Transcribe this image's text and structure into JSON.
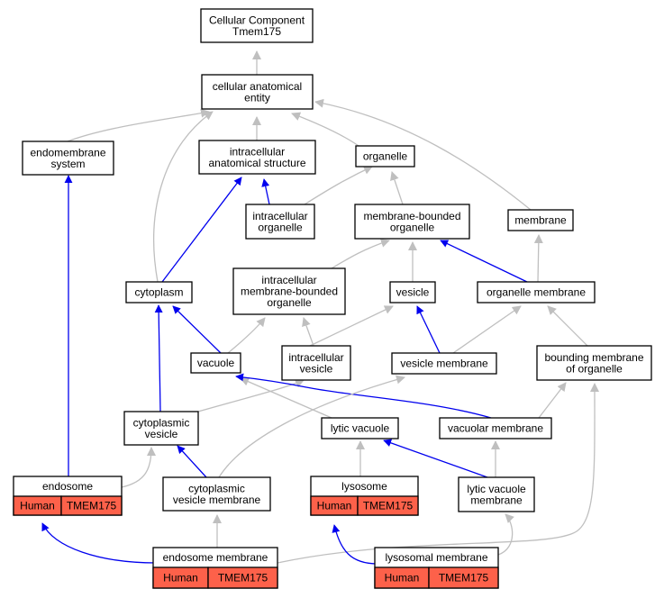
{
  "colors": {
    "part_of_edge": "#0000ee",
    "is_a_edge": "#bfbfbf",
    "annotation_fill": "#fd614a",
    "node_fill": "#ffffff",
    "node_stroke": "#000000"
  },
  "nodes": {
    "root": [
      "Cellular Component",
      "Tmem175"
    ],
    "cae": [
      "cellular anatomical",
      "entity"
    ],
    "endomembrane": [
      "endomembrane",
      "system"
    ],
    "ias": [
      "intracellular",
      "anatomical structure"
    ],
    "organelle": [
      "organelle"
    ],
    "intra_organelle": [
      "intracellular",
      "organelle"
    ],
    "mbo": [
      "membrane-bounded",
      "organelle"
    ],
    "membrane": [
      "membrane"
    ],
    "cytoplasm": [
      "cytoplasm"
    ],
    "imbo": [
      "intracellular",
      "membrane-bounded",
      "organelle"
    ],
    "vesicle": [
      "vesicle"
    ],
    "org_membrane": [
      "organelle membrane"
    ],
    "vacuole": [
      "vacuole"
    ],
    "intra_vesicle": [
      "intracellular",
      "vesicle"
    ],
    "vesicle_membrane": [
      "vesicle membrane"
    ],
    "bounding": [
      "bounding membrane",
      "of organelle"
    ],
    "cyto_vesicle": [
      "cytoplasmic",
      "vesicle"
    ],
    "lytic_vacuole": [
      "lytic vacuole"
    ],
    "vac_membrane": [
      "vacuolar membrane"
    ],
    "endosome": [
      "endosome"
    ],
    "cvm": [
      "cytoplasmic",
      "vesicle membrane"
    ],
    "lysosome": [
      "lysosome"
    ],
    "lvm": [
      "lytic vacuole",
      "membrane"
    ],
    "endo_membrane": [
      "endosome membrane"
    ],
    "lyso_membrane": [
      "lysosomal membrane"
    ]
  },
  "annotations": {
    "endosome": [
      "Human",
      "TMEM175"
    ],
    "lysosome": [
      "Human",
      "TMEM175"
    ],
    "endo_membrane": [
      "Human",
      "TMEM175"
    ],
    "lyso_membrane": [
      "Human",
      "TMEM175"
    ]
  }
}
